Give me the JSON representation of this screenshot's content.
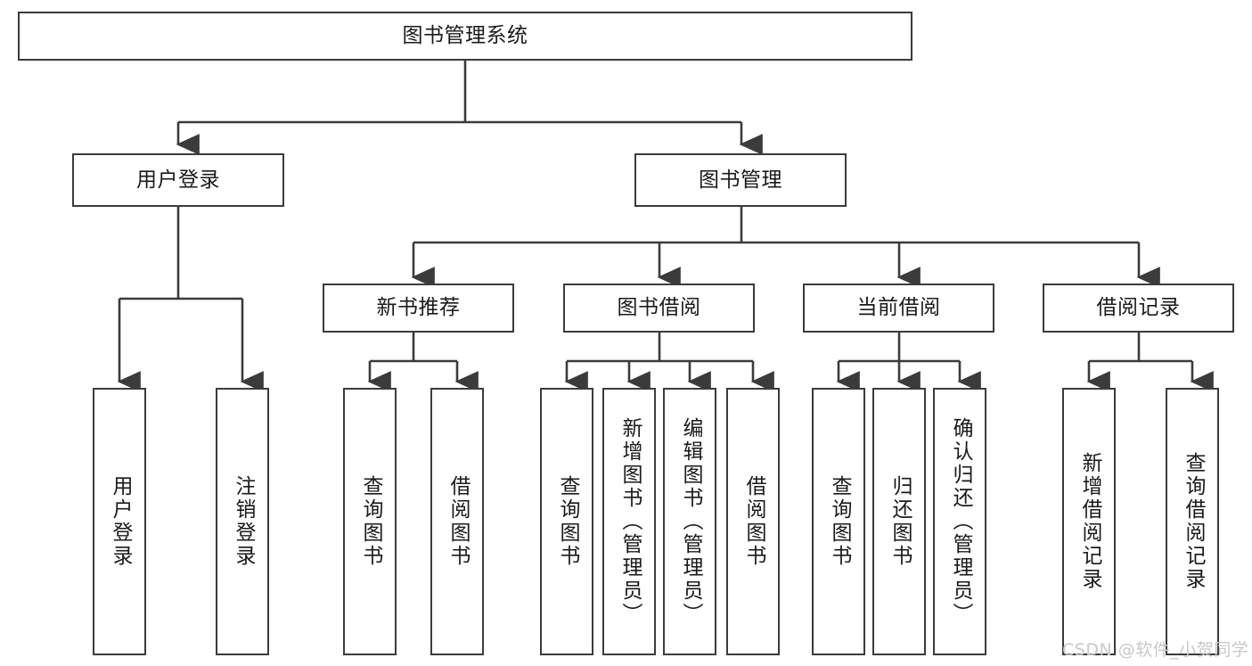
{
  "diagram": {
    "title": "图书管理系统",
    "type": "tree",
    "colors": {
      "box_border": "#3b3b3b",
      "box_fill": "#ffffff",
      "edge": "#3b3b3b",
      "text": "#1a1a1a",
      "watermark": "#c9c9c9"
    },
    "nodes": {
      "root": {
        "label": "图书管理系统"
      },
      "level2": [
        {
          "label": "用户登录"
        },
        {
          "label": "图书管理"
        }
      ],
      "level3": [
        {
          "label": "新书推荐"
        },
        {
          "label": "图书借阅"
        },
        {
          "label": "当前借阅"
        },
        {
          "label": "借阅记录"
        }
      ],
      "leaves": {
        "user_login": [
          {
            "label": "用户登录"
          },
          {
            "label": "注销登录"
          }
        ],
        "new_book": [
          {
            "label": "查询图书"
          },
          {
            "label": "借阅图书"
          }
        ],
        "book_borrow": [
          {
            "label": "查询图书"
          },
          {
            "label": "新增图书（管理员）"
          },
          {
            "label": "编辑图书（管理员）"
          },
          {
            "label": "借阅图书"
          }
        ],
        "current_borrow": [
          {
            "label": "查询图书"
          },
          {
            "label": "归还图书"
          },
          {
            "label": "确认归还（管理员）"
          }
        ],
        "borrow_record": [
          {
            "label": "新增借阅记录"
          },
          {
            "label": "查询借阅记录"
          }
        ]
      }
    },
    "watermark": "CSDN @软件_小贺同学"
  }
}
